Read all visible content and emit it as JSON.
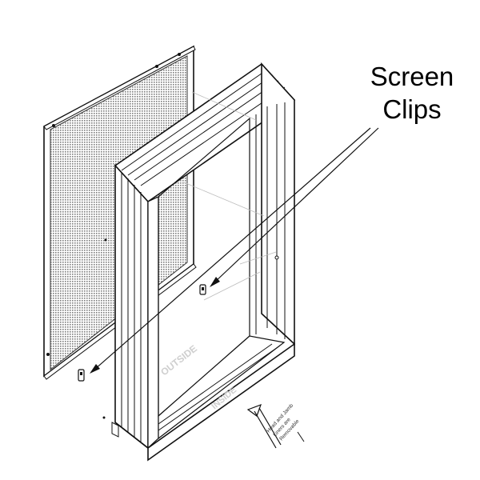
{
  "callout": {
    "line1": "Screen",
    "line2": "Clips"
  },
  "labels": {
    "outside": "OUTSIDE",
    "inside": "INSIDE",
    "note_line1": "Head and Jamb",
    "note_line2": "Liners are",
    "note_line3": "Removable"
  },
  "colors": {
    "line": "#111111",
    "mesh": "#8a8a8a",
    "faint": "#bdbdbd",
    "label_gray": "#cfcfcf",
    "background": "#ffffff"
  }
}
